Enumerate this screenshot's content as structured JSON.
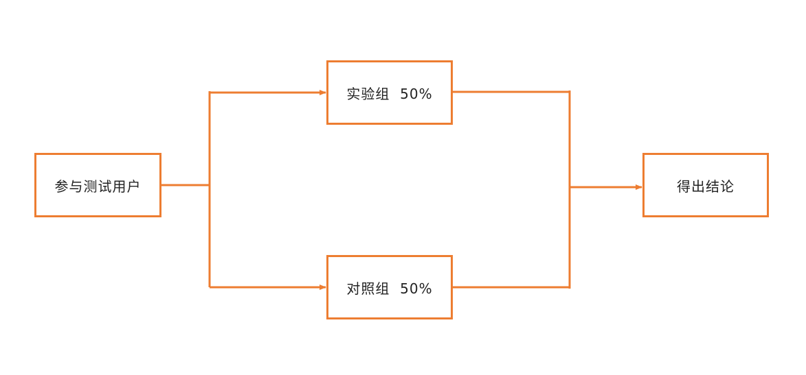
{
  "colors": {
    "accent": "#ED7D31"
  },
  "nodes": {
    "users": "参与测试用户",
    "experiment": "实验组  50%",
    "control": "对照组  50%",
    "conclusion": "得出结论"
  }
}
